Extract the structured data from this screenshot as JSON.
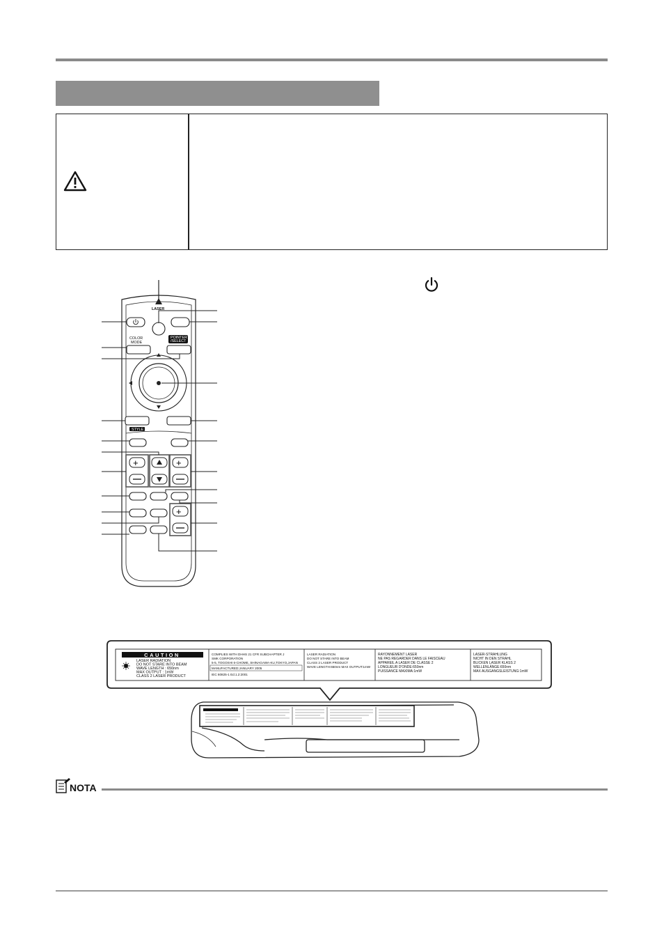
{
  "remote": {
    "laser_label": "LASER",
    "color_mode_label": "COLOR\nMODE",
    "pointer_select_label": "POINTER\n/SELECT",
    "style_label": "STYLE"
  },
  "laser_label": {
    "caution_title": "CAUTION",
    "caution_lines": [
      "LASER RADIATION",
      "DO NOT STARE INTO BEAM",
      "WAVE LENGTH :        650nm",
      "MAX OUTPUT  :           1mW",
      "CLASS 2 LASER PRODUCT"
    ],
    "compliance_lines": [
      "COMPLIES WITH DHHS 21 CFR SUBCHAPTER J",
      "SMK CORPORATION",
      "5-5, TOGOSHI 6-CHOME, SHINAGAWA-KU,TOKYO,JAPAN",
      "MANUFACTURED:JANUARY 2005",
      "IEC 60825-1 Ed.1.2:2001"
    ],
    "english_lines": [
      "LASER RADIATION",
      "DO NOT STARE INTO BEAM",
      "CLASS 2 LASER PRODUCT",
      "WAVE LENGTH:650nm MAX OUTPUT:1mW"
    ],
    "french_lines": [
      "RAYONNEMENT LASER",
      "NE PAS REGARDER DANS LE FAISCEAU",
      "APPAREIL A LASER DE CLASSE 2",
      "LONGUEUR D'ONDE:650nm",
      "PUISSANCE MAXIMA:1mW"
    ],
    "german_lines": [
      "LASER-STRAHLUNG",
      "NICHT IN DEN STRAHL",
      "BLICKEN LASER KLASS 2",
      "WELLENLÄNGE:650nm",
      "MAX AUSGANGSLEISTUNG:1mW"
    ]
  },
  "nota": {
    "label": "NOTA"
  }
}
